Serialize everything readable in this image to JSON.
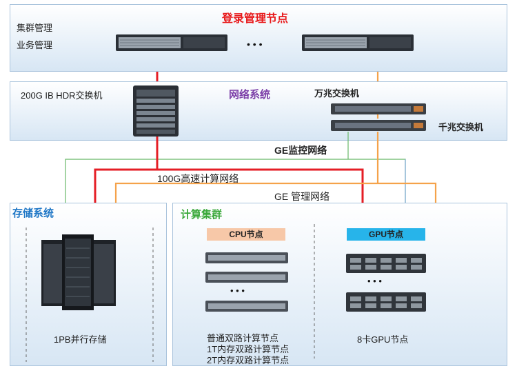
{
  "login": {
    "title": "登录管理节点",
    "mgmt_items": [
      "集群管理",
      "业务管理"
    ],
    "ellipsis": "• • •"
  },
  "network": {
    "title": "网络系统",
    "ib_switch": "200G IB HDR交换机",
    "switch_10g": "万兆交换机",
    "switch_1g": "千兆交换机"
  },
  "links": {
    "ge_monitor": "GE监控网络",
    "hs_100g": "100G高速计算网络",
    "ge_mgmt": "GE 管理网络"
  },
  "storage": {
    "title": "存储系统",
    "caption": "1PB并行存储"
  },
  "compute": {
    "title": "计算集群",
    "cpu_header": "CPU节点",
    "gpu_header": "GPU节点",
    "ellipsis": "• • •",
    "cpu_captions": [
      "普通双路计算节点",
      "1T内存双路计算节点",
      "2T内存双路计算节点"
    ],
    "gpu_caption": "8卡GPU节点"
  },
  "colors": {
    "title_red": "#e8191b",
    "title_purple": "#7c3fa8",
    "title_blue": "#1f77c6",
    "title_green": "#3aa83a",
    "line_red": "#e51e25",
    "line_orange": "#f5a24a",
    "line_green": "#68b868",
    "line_blue": "#7ea9d8",
    "cpu_header_bg": "#f7c8a8",
    "gpu_header_bg": "#27b4ea"
  }
}
